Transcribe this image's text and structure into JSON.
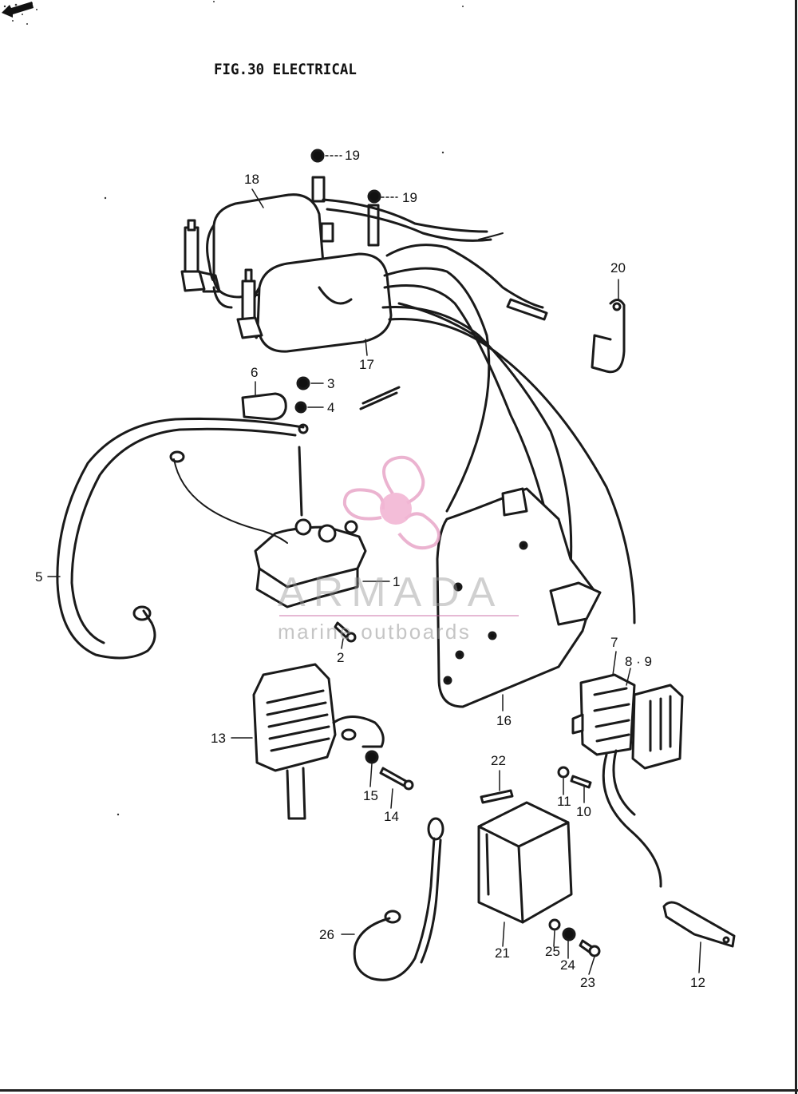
{
  "figure": {
    "title": "FIG.30 ELECTRICAL"
  },
  "watermark": {
    "brand": "ARMADA",
    "tagline": "marine outboards",
    "accent_color": "#e8a6c8",
    "text_color": "#999999"
  },
  "direction_marker": {
    "label": "FWD",
    "icon": "forward-arrow-icon"
  },
  "callouts": [
    {
      "id": "19a",
      "label": "19"
    },
    {
      "id": "19b",
      "label": "19"
    },
    {
      "id": "18",
      "label": "18"
    },
    {
      "id": "20",
      "label": "20"
    },
    {
      "id": "17",
      "label": "17"
    },
    {
      "id": "6",
      "label": "6"
    },
    {
      "id": "3",
      "label": "3"
    },
    {
      "id": "4",
      "label": "4"
    },
    {
      "id": "5",
      "label": "5"
    },
    {
      "id": "1",
      "label": "1"
    },
    {
      "id": "2",
      "label": "2"
    },
    {
      "id": "7",
      "label": "7"
    },
    {
      "id": "89",
      "label": "8 · 9"
    },
    {
      "id": "16",
      "label": "16"
    },
    {
      "id": "13",
      "label": "13"
    },
    {
      "id": "22",
      "label": "22"
    },
    {
      "id": "15",
      "label": "15"
    },
    {
      "id": "14",
      "label": "14"
    },
    {
      "id": "11",
      "label": "11"
    },
    {
      "id": "10",
      "label": "10"
    },
    {
      "id": "26",
      "label": "26"
    },
    {
      "id": "21",
      "label": "21"
    },
    {
      "id": "25",
      "label": "25"
    },
    {
      "id": "24",
      "label": "24"
    },
    {
      "id": "23",
      "label": "23"
    },
    {
      "id": "12",
      "label": "12"
    }
  ]
}
